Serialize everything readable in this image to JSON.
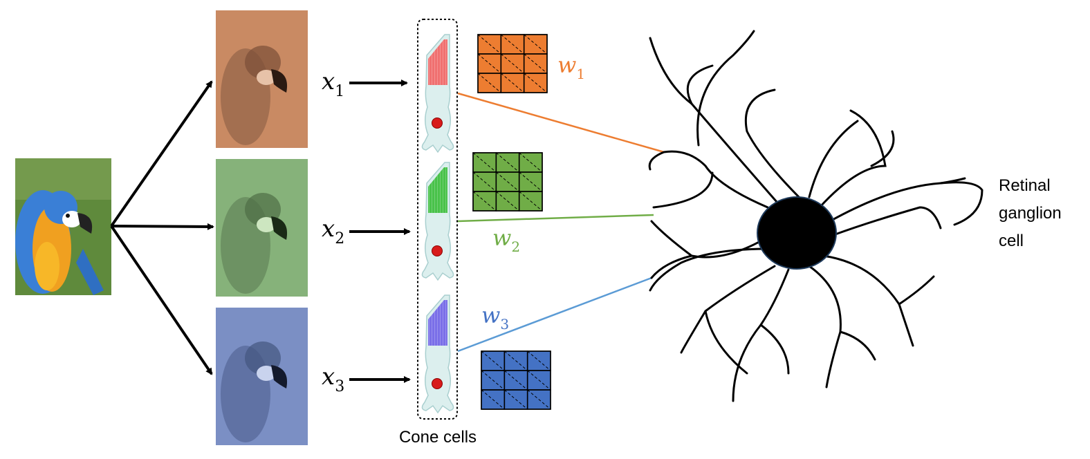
{
  "inputs": [
    {
      "symbol": "x",
      "subscript": "1"
    },
    {
      "symbol": "x",
      "subscript": "2"
    },
    {
      "symbol": "x",
      "subscript": "3"
    }
  ],
  "weights": [
    {
      "symbol": "w",
      "subscript": "1",
      "color": "#ed7d31"
    },
    {
      "symbol": "w",
      "subscript": "2",
      "color": "#70ad47"
    },
    {
      "symbol": "w",
      "subscript": "3",
      "color": "#4472c4"
    }
  ],
  "channel_colors": {
    "red": "#c98a63",
    "green": "#86b27a",
    "blue": "#7b8fc4"
  },
  "cone_pigment_colors": [
    "#f07070",
    "#49c24a",
    "#7a6fe8"
  ],
  "cone_cells_label": "Cone cells",
  "ganglion_label": [
    "Retinal",
    "ganglion",
    "cell"
  ],
  "connection_colors": [
    "#ed7d31",
    "#70ad47",
    "#5b9bd5"
  ]
}
